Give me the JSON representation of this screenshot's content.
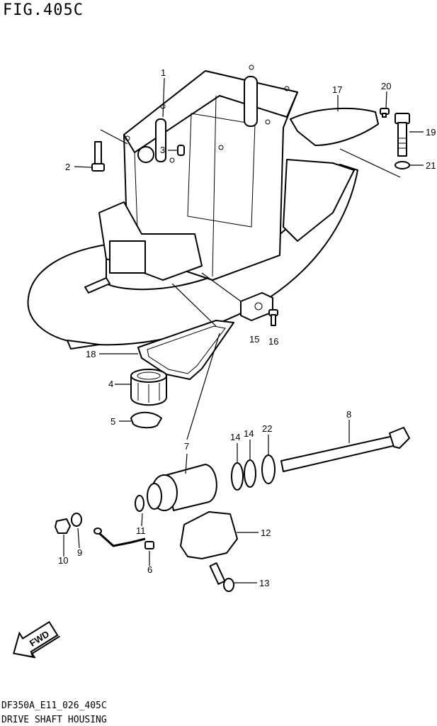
{
  "figure": {
    "title": "FIG.405C",
    "code": "DF350A_E11_026_405C",
    "caption": "DRIVE SHAFT HOUSING",
    "direction_badge": "FWD"
  },
  "callouts": [
    "1",
    "2",
    "3",
    "4",
    "5",
    "6",
    "7",
    "8",
    "9",
    "10",
    "11",
    "12",
    "13",
    "14",
    "14",
    "15",
    "16",
    "17",
    "18",
    "19",
    "20",
    "21",
    "22"
  ]
}
